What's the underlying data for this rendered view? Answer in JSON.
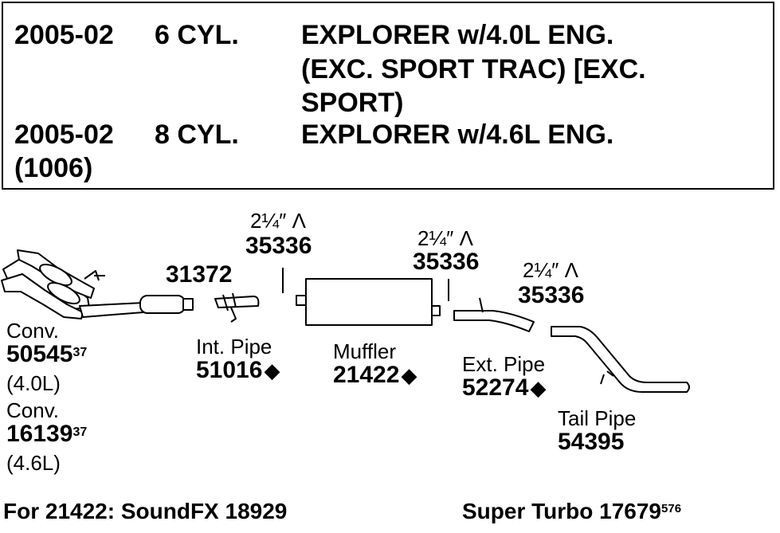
{
  "header": {
    "rows": [
      {
        "years": "2005-02",
        "cyl": "6 CYL.",
        "desc_lines": [
          "EXPLORER w/4.0L ENG.",
          "(EXC. SPORT TRAC) [EXC.",
          "SPORT)"
        ]
      },
      {
        "years": "2005-02",
        "cyl": "8 CYL.",
        "desc_lines": [
          "EXPLORER w/4.6L ENG."
        ]
      }
    ],
    "code": "(1006)"
  },
  "parts": {
    "conv1": {
      "label": "Conv.",
      "number": "50545",
      "sup": "37",
      "note": "(4.0L)"
    },
    "conv2": {
      "label": "Conv.",
      "number": "16139",
      "sup": "37",
      "note": "(4.6L)"
    },
    "hanger_top": "31372",
    "int_pipe": {
      "label": "Int. Pipe",
      "number": "51016",
      "mark": "◆"
    },
    "muffler": {
      "label": "Muffler",
      "number": "21422",
      "mark": "◆"
    },
    "ext_pipe": {
      "label": "Ext. Pipe",
      "number": "52274",
      "mark": "◆"
    },
    "tail_pipe": {
      "label": "Tail Pipe",
      "number": "54395"
    },
    "clamps": [
      {
        "size": "2¼″",
        "icon": "clamp-icon",
        "number": "35336"
      },
      {
        "size": "2¼″",
        "icon": "clamp-icon",
        "number": "35336"
      },
      {
        "size": "2¼″",
        "icon": "clamp-icon",
        "number": "35336"
      }
    ]
  },
  "footer": {
    "left": "For 21422:  SoundFX 18929",
    "right_text": "Super Turbo 17679",
    "right_sup": "576"
  }
}
